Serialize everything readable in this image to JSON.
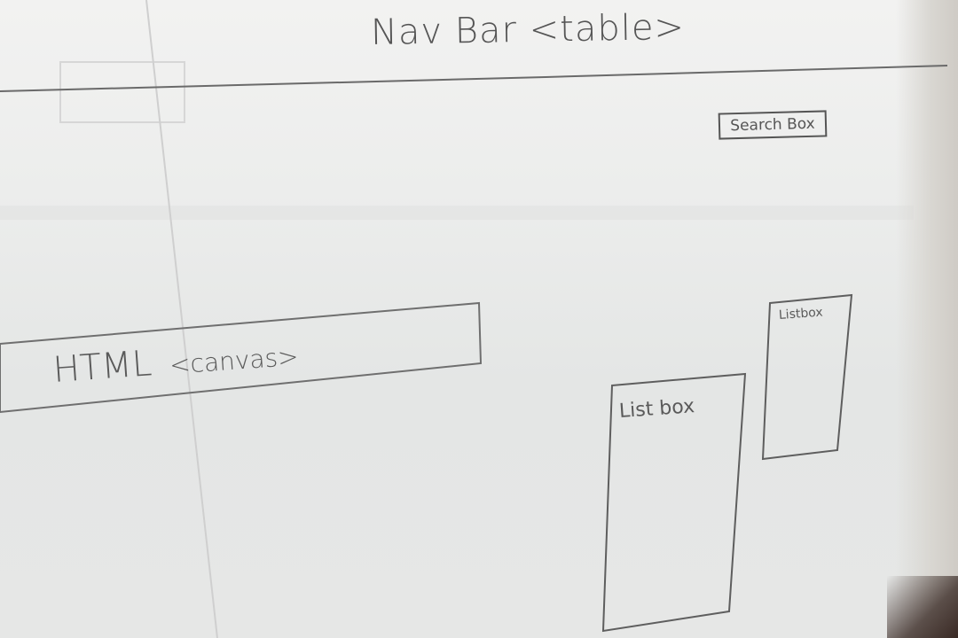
{
  "nav_bar": {
    "label": "Nav Bar <table>"
  },
  "search": {
    "label": "Search Box"
  },
  "canvas": {
    "label": "HTML",
    "tag": "<canvas>"
  },
  "listboxes": [
    {
      "label": "List box"
    },
    {
      "label": "Listbox"
    }
  ],
  "colors": {
    "paper": "#ecedec",
    "pencil": "#555555"
  }
}
